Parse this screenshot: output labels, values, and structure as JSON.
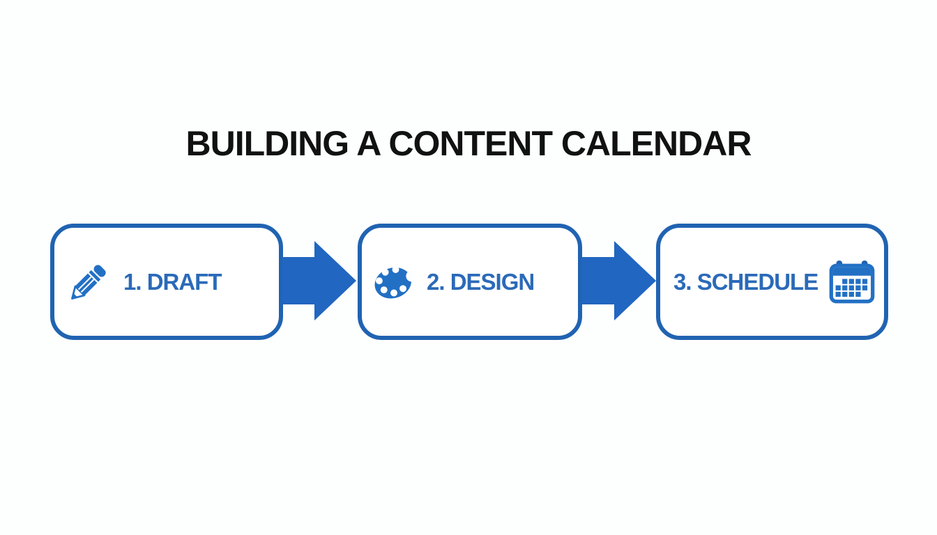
{
  "title": "BUILDING A CONTENT CALENDAR",
  "steps": [
    {
      "label": "1. DRAFT",
      "icon": "pencil-icon",
      "icon_position": "left"
    },
    {
      "label": "2. DESIGN",
      "icon": "palette-icon",
      "icon_position": "left"
    },
    {
      "label": "3. SCHEDULE",
      "icon": "calendar-icon",
      "icon_position": "right"
    }
  ],
  "connectors": [
    {
      "icon": "arrow-right-icon",
      "direction": "right"
    },
    {
      "icon": "arrow-right-icon",
      "direction": "right"
    }
  ],
  "colors": {
    "border_blue": "#2063b2",
    "label_blue": "#2b6ab8",
    "arrow_blue": "#2166c0",
    "icon_blue": "#2270c4",
    "title_color": "#111111",
    "background": "#fdfefe",
    "box_fill": "#ffffff"
  }
}
